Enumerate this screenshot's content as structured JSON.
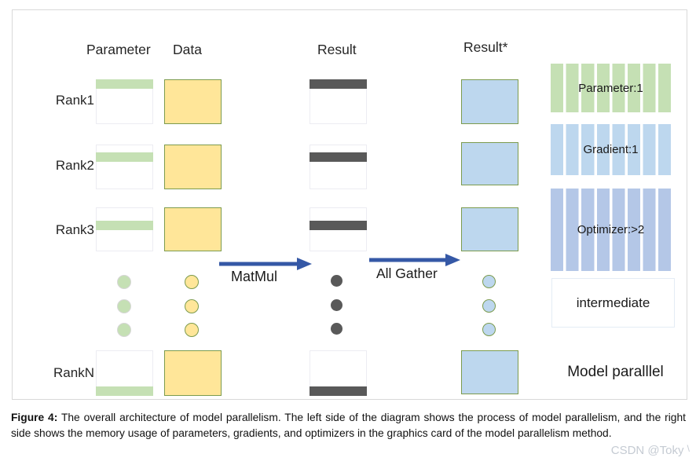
{
  "diagram": {
    "column_headers": [
      {
        "label": "Parameter"
      },
      {
        "label": "Data"
      },
      {
        "label": "Result"
      },
      {
        "label": "Result*"
      }
    ],
    "rows": [
      {
        "label": "Rank1"
      },
      {
        "label": "Rank2"
      },
      {
        "label": "Rank3"
      },
      {
        "label": "RankN"
      }
    ],
    "operations": [
      {
        "label": "MatMul"
      },
      {
        "label": "All Gather"
      }
    ],
    "legend": {
      "parameter": {
        "label": "Parameter:1",
        "color": "#C5E0B4"
      },
      "gradient": {
        "label": "Gradient:1",
        "color": "#BDD7EE"
      },
      "optimizer": {
        "label": "Optimizer:>2",
        "color": "#B4C7E7"
      },
      "intermediate": {
        "label": "intermediate"
      },
      "mode": {
        "label": "Model paralllel"
      }
    },
    "colors": {
      "parameter_green": "#C5E0B4",
      "data_yellow": "#FFE699",
      "result_dark_gray": "#595959",
      "result_star_blue": "#BDD7EE",
      "optimizer_periwinkle": "#B4C7E7",
      "box_border_green": "#7C9B4E",
      "arrow_blue": "#3558A6",
      "frame_border": "#D9D9D9"
    }
  },
  "caption": {
    "label": "Figure 4:",
    "text": "The overall architecture of model parallelism. The left side of the diagram shows the process of model parallelism, and the right side shows the memory usage of parameters, gradients, and optimizers in the graphics card of the model parallelism method."
  },
  "watermark": {
    "text": "CSDN @Toky",
    "mark": "\\"
  }
}
